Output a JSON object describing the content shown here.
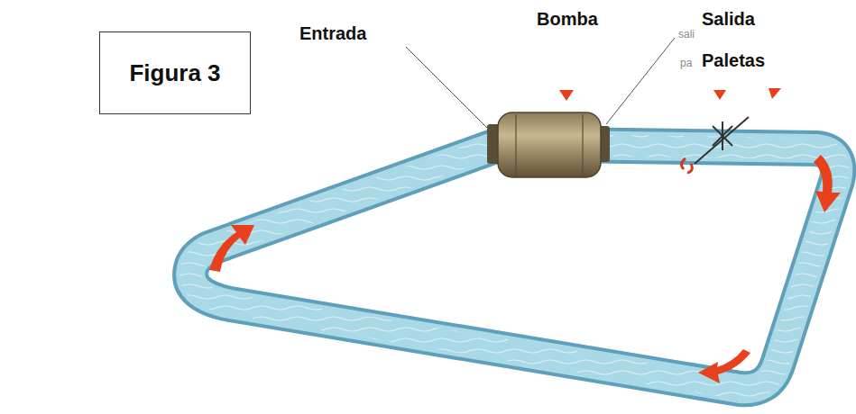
{
  "diagram": {
    "nodes": [
      {
        "text": [
          "Figura 3"
        ]
      }
    ],
    "labels": [
      "Entrada",
      "Bomba",
      "Salida",
      "Paletas",
      "sali",
      "pa"
    ]
  }
}
